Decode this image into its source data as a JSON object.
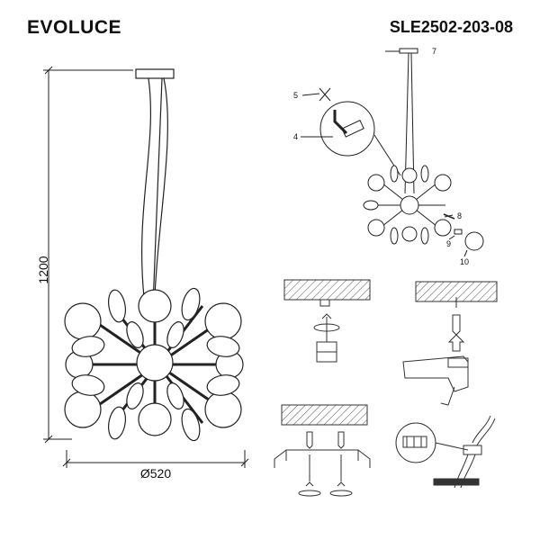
{
  "header": {
    "brand": "EVOLUCE",
    "model": "SLE2502-203-08"
  },
  "dimensions": {
    "height": "1200",
    "diameter": "Ø520"
  },
  "callouts": {
    "c4": "4",
    "c5": "5",
    "c7": "7",
    "c8": "8",
    "c9": "9",
    "c10": "10"
  }
}
